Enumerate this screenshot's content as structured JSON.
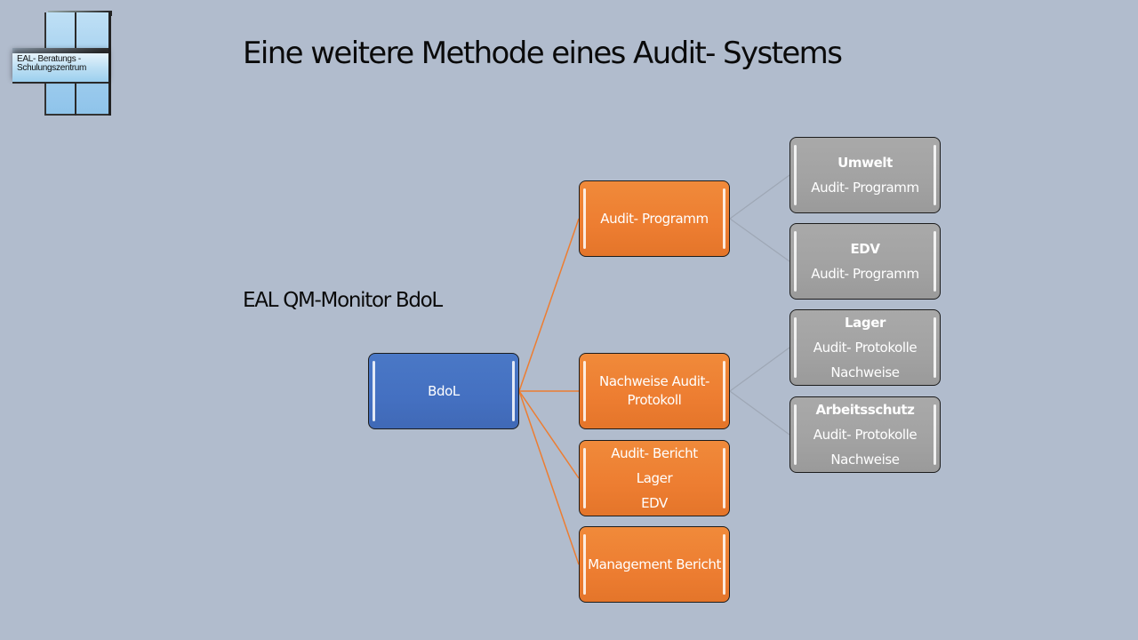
{
  "logo": {
    "line1": "EAL- Beratungs -",
    "line2": "Schulungszentrum"
  },
  "slide": {
    "title": "Eine weitere Methode eines Audit- Systems",
    "subtitle": "EAL QM-Monitor BdoL"
  },
  "colors": {
    "background": "#b1bccd",
    "root": "#4472c4",
    "level1": "#ed7d31",
    "level2": "#a5a5a5",
    "level1_connector": "#ed7d31",
    "level2_connector": "#9ea7b5"
  },
  "diagram": {
    "root": {
      "label": "BdoL"
    },
    "level1": [
      {
        "id": "audit-programm",
        "lines": [
          "Audit- Programm"
        ]
      },
      {
        "id": "nachweise-audit-protokoll",
        "lines": [
          "Nachweise Audit-",
          "Protokoll"
        ]
      },
      {
        "id": "audit-bericht",
        "lines": [
          "Audit- Bericht",
          "Lager",
          "EDV"
        ]
      },
      {
        "id": "management-bericht",
        "lines": [
          "Management Bericht"
        ]
      }
    ],
    "level2": [
      {
        "parent": "audit-programm",
        "heading": "Umwelt",
        "lines": [
          "Audit- Programm"
        ]
      },
      {
        "parent": "audit-programm",
        "heading": "EDV",
        "lines": [
          "Audit- Programm"
        ]
      },
      {
        "parent": "nachweise-audit-protokoll",
        "heading": "Lager",
        "lines": [
          "Audit- Protokolle",
          "Nachweise"
        ]
      },
      {
        "parent": "nachweise-audit-protokoll",
        "heading": "Arbeitsschutz",
        "lines": [
          "Audit- Protokolle",
          "Nachweise"
        ]
      }
    ]
  }
}
